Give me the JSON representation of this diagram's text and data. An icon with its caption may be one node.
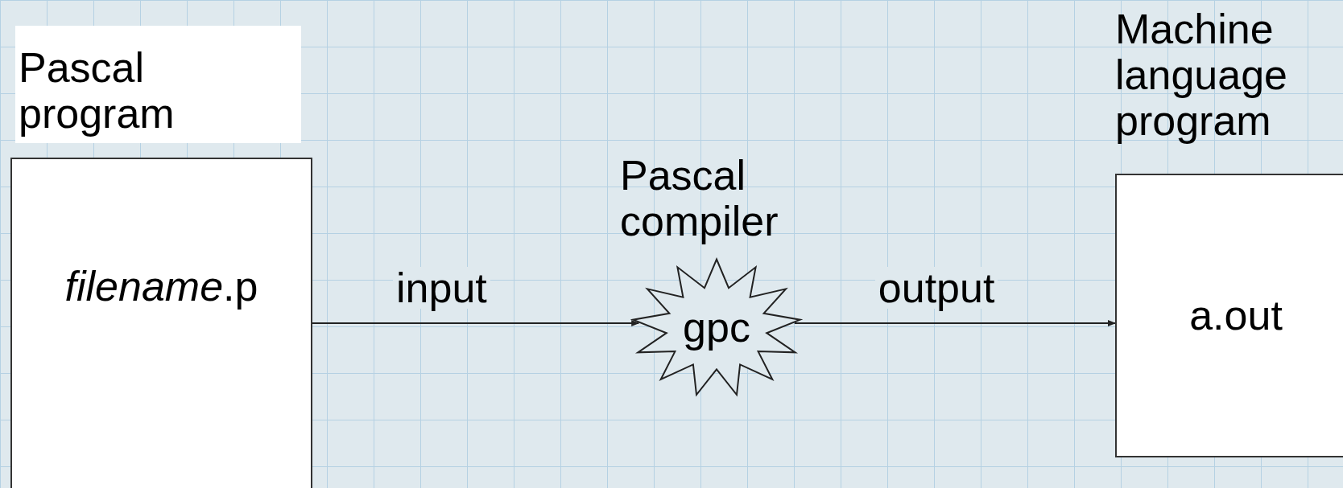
{
  "diagram": {
    "nodes": [
      {
        "text": [
          "Pascal program",
          "*filename*.p"
        ]
      },
      {
        "text": [
          "Pascal compiler",
          "gpc"
        ]
      },
      {
        "text": [
          "Machine language program",
          "a.out"
        ]
      }
    ],
    "edges": [
      {
        "from": 0,
        "to": 1,
        "arrow": "to",
        "label": "input"
      },
      {
        "from": 1,
        "to": 2,
        "arrow": "to",
        "label": "output"
      }
    ]
  }
}
